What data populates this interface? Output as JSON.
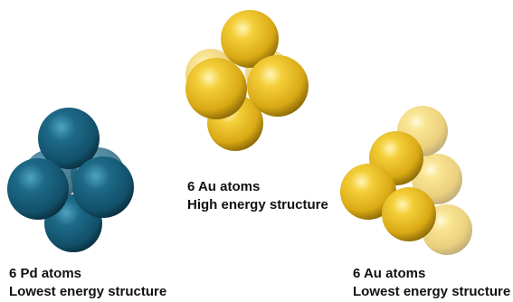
{
  "colors": {
    "pd": "#1b6380",
    "au": "#e3b51f"
  },
  "clusters": [
    {
      "id": "pd-lowest",
      "element": "pd",
      "caption_line1": "6 Pd atoms",
      "caption_line2": "Lowest energy structure"
    },
    {
      "id": "au-high",
      "element": "au",
      "caption_line1": "6 Au atoms",
      "caption_line2": "High energy structure"
    },
    {
      "id": "au-lowest",
      "element": "au",
      "caption_line1": "6 Au atoms",
      "caption_line2": "Lowest energy structure"
    }
  ]
}
